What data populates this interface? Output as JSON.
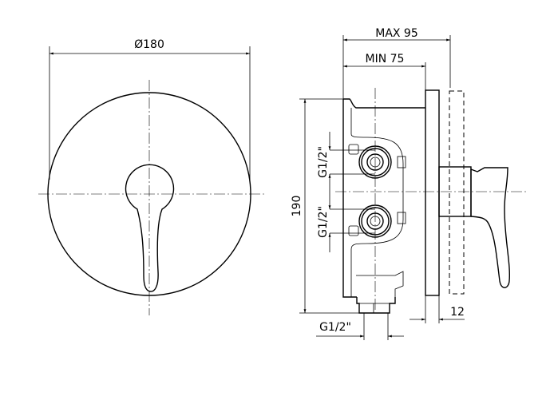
{
  "drawing": {
    "front_view": {
      "diameter_label": "Ø180"
    },
    "side_view": {
      "max_label": "MAX 95",
      "min_label": "MIN 75",
      "height_label": "190",
      "inlet_top_label": "G1/2\"",
      "inlet_bottom_label": "G1/2\"",
      "outlet_label": "G1/2\"",
      "plate_label": "12"
    },
    "colors": {
      "line": "#000000",
      "background": "#ffffff"
    }
  }
}
